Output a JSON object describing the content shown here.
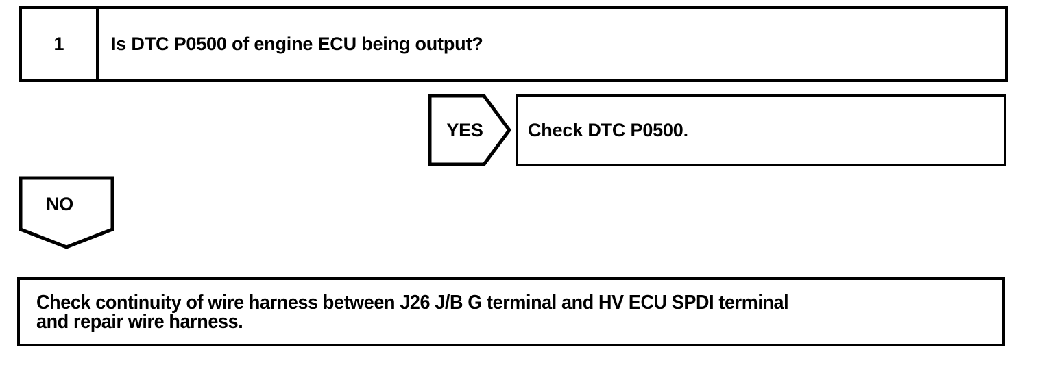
{
  "diagram": {
    "type": "troubleshooting-flowchart",
    "background_color": "#ffffff",
    "line_color": "#000000",
    "text_color": "#000000"
  },
  "step": {
    "number": "1",
    "question": "Is DTC P0500 of engine ECU being output?"
  },
  "branches": {
    "yes": {
      "label": "YES",
      "shape": "right-arrow-pentagon",
      "result": "Check DTC P0500."
    },
    "no": {
      "label": "NO",
      "shape": "down-arrow-pentagon",
      "result_line_1": "Check continuity of wire harness between J26 J/B G terminal and HV ECU SPDI terminal",
      "result_line_2": "and repair wire harness."
    }
  }
}
